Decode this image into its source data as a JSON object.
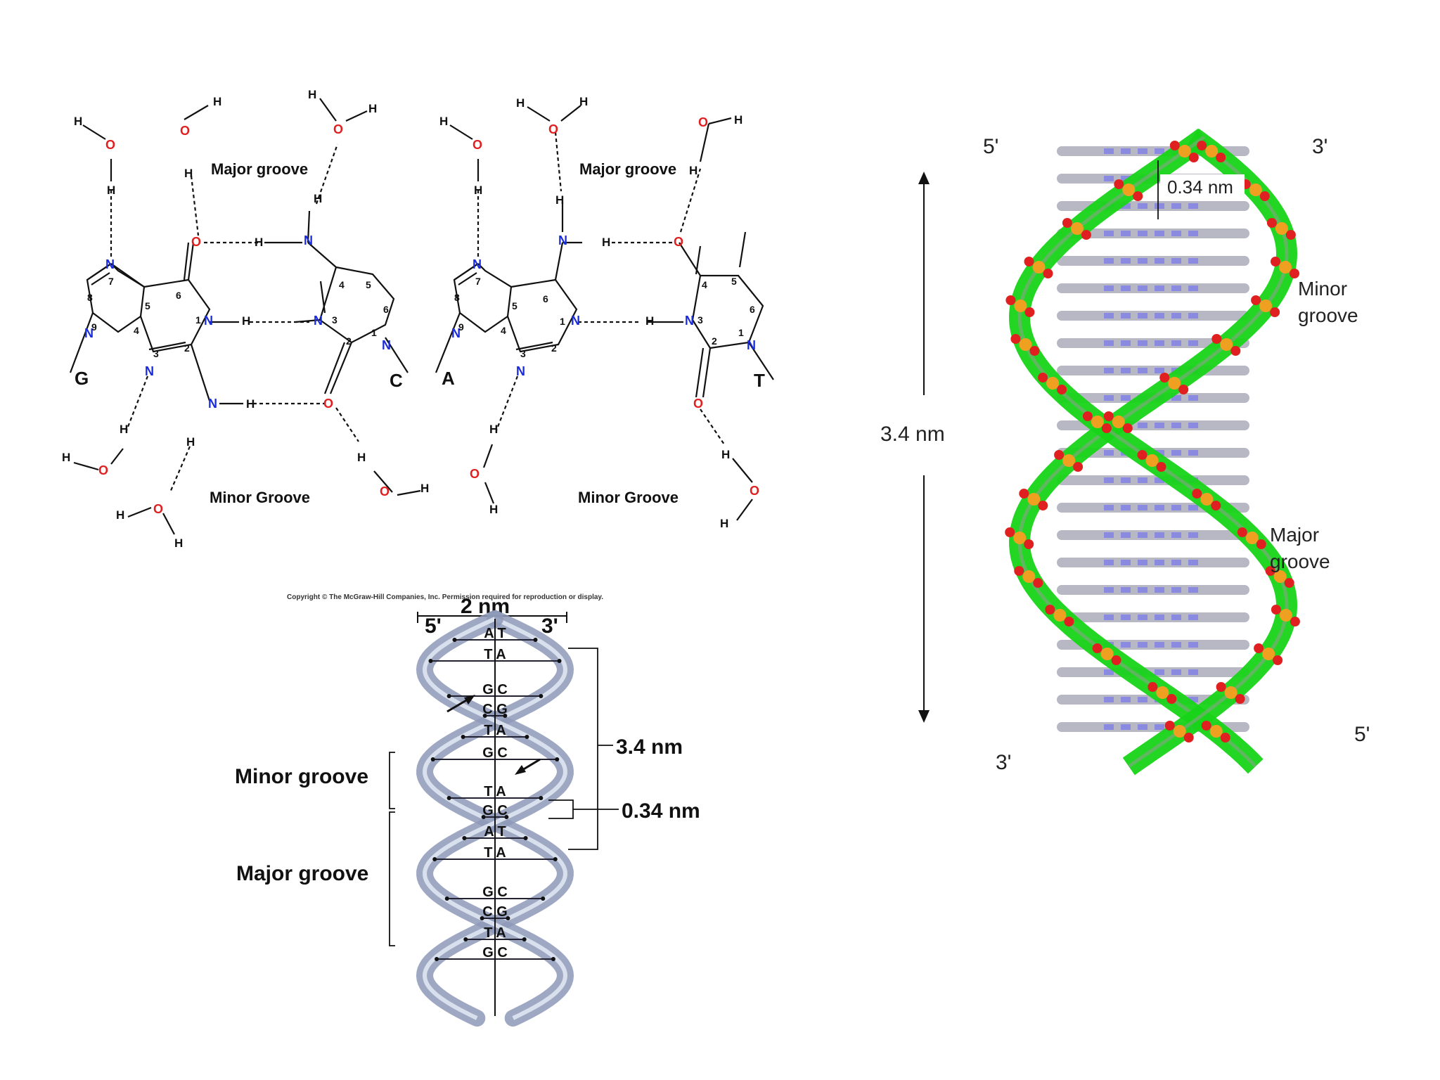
{
  "colors": {
    "background": "#ffffff",
    "nitrogen": "#1a2bd8",
    "oxygen": "#e02020",
    "ribbon": "#18d418",
    "phosphorus": "#f0a020",
    "ribbon_shade": "#8d99b8"
  },
  "gc_pair": {
    "major_groove": "Major groove",
    "minor_groove": "Minor Groove",
    "base_left": "G",
    "base_right": "C"
  },
  "at_pair": {
    "major_groove": "Major groove",
    "minor_groove": "Minor Groove",
    "base_left": "A",
    "base_right": "T"
  },
  "atoms": {
    "N": "N",
    "O": "O",
    "H": "H"
  },
  "textbook": {
    "copyright": "Copyright © The McGraw-Hill Companies, Inc. Permission required for reproduction or display.",
    "width_label": "2 nm",
    "end_5": "5'",
    "end_3": "3'",
    "pitch_label": "3.4 nm",
    "rise_label": "0.34 nm",
    "minor_groove": "Minor groove",
    "major_groove": "Major groove",
    "base_pairs": [
      "A T",
      "T A",
      "G C",
      "C G",
      "T A",
      "G C",
      "T A",
      "G C",
      "A T",
      "T A",
      "G C",
      "C G",
      "T A",
      "G C"
    ]
  },
  "model": {
    "top_left": "5'",
    "top_right": "3'",
    "bottom_left": "3'",
    "bottom_right": "5'",
    "rise_label": "0.34 nm",
    "pitch_label": "3.4 nm",
    "minor_groove_1": "Minor",
    "minor_groove_2": "groove",
    "major_groove_1": "Major",
    "major_groove_2": "groove"
  }
}
